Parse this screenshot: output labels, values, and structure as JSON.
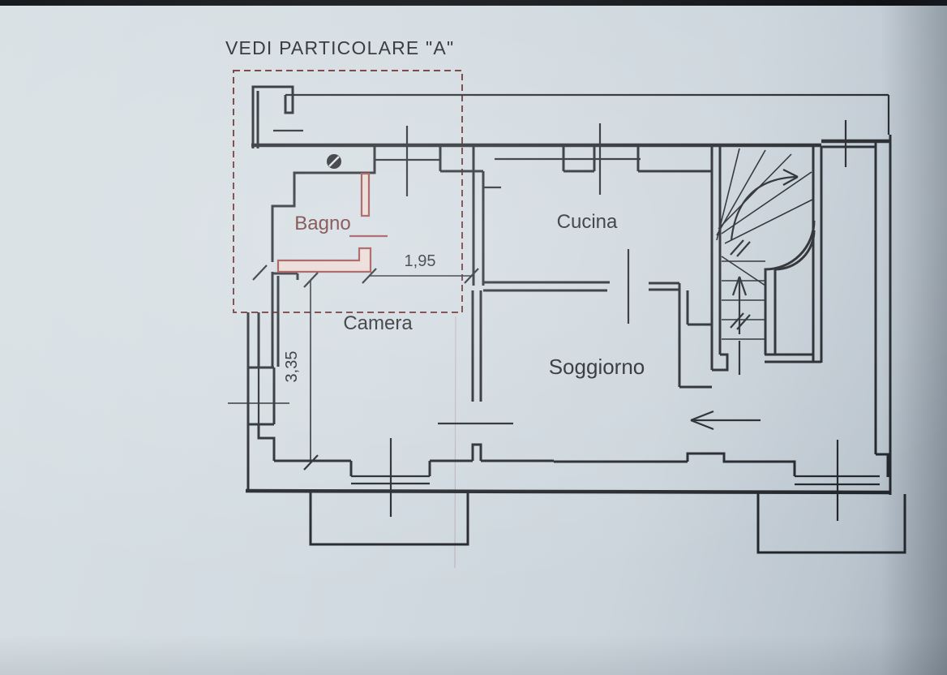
{
  "title": "VEDI PARTICOLARE  \"A\"",
  "rooms": {
    "bagno": "Bagno",
    "camera": "Camera",
    "cucina": "Cucina",
    "soggiorno": "Soggiorno"
  },
  "dimensions": {
    "passage_width": "1,95",
    "camera_depth": "3,35"
  },
  "icons": {
    "stair_up_arrow": "straight up-arrow on stair flight",
    "stair_turn_arrow": "curved arrow showing winder turn",
    "entry_arrow": "left-pointing arrow in soggiorno",
    "door_pivot": "filled circle symbol near bagno",
    "window_mark": "perpendicular tick through wall",
    "break_mark": "double slash stair break"
  },
  "colors": {
    "paper": "#ced7dd",
    "paper_edge": "#a2adb8",
    "ink": "#23272c",
    "detail_red": "#6e3434",
    "highlight_red": "#9c4a4a",
    "highlight_fill": "#e9d8d4"
  }
}
